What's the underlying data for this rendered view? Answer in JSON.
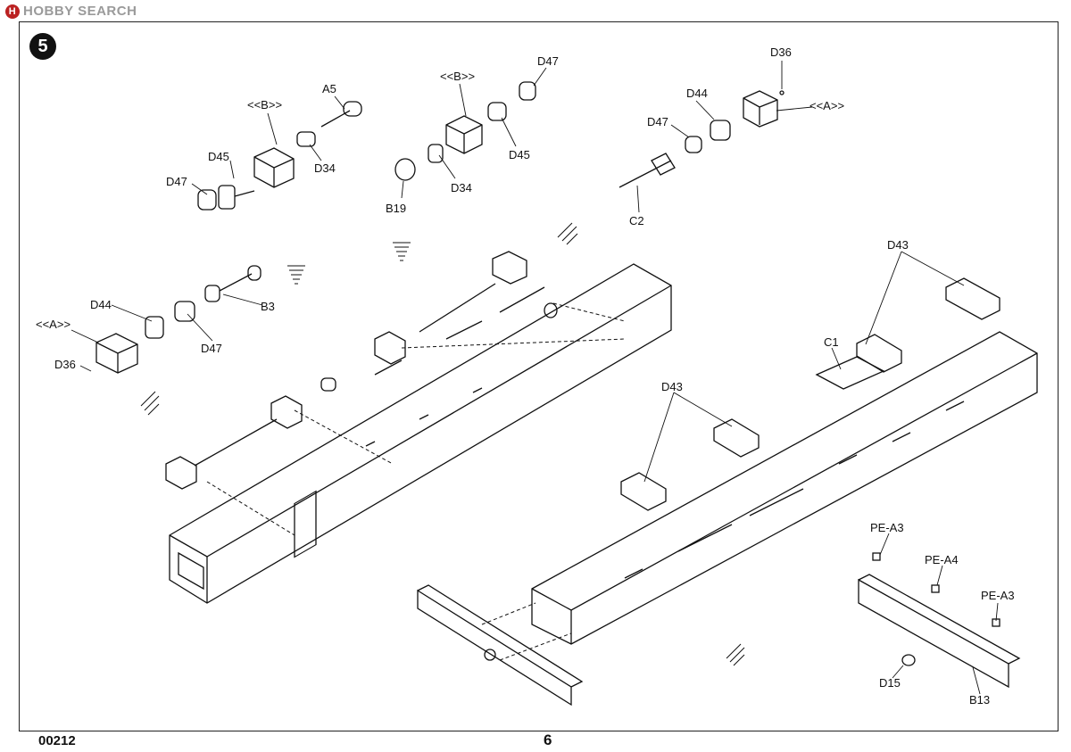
{
  "watermark": {
    "text": "HOBBY SEARCH",
    "logo": "H"
  },
  "step": {
    "number": "5"
  },
  "footer": {
    "product_code": "00212",
    "page_number": "6"
  },
  "callouts": {
    "a5": "A5",
    "b_top_left": "<<B>>",
    "d45_left": "D45",
    "d34_left": "D34",
    "d47_left": "D47",
    "b_top_mid": "<<B>>",
    "d47_mid": "D47",
    "d45_mid": "D45",
    "d34_mid": "D34",
    "b19": "B19",
    "d36_right": "D36",
    "d44_right": "D44",
    "a_right": "<<A>>",
    "d47_right": "D47",
    "c2": "C2",
    "d44_left": "D44",
    "a_left": "<<A>>",
    "d36_left": "D36",
    "d47_left2": "D47",
    "b3": "B3",
    "d43_top": "D43",
    "c1": "C1",
    "d43_mid": "D43",
    "pe_a3_a": "PE-A3",
    "pe_a4": "PE-A4",
    "pe_a3_b": "PE-A3",
    "d15": "D15",
    "b13": "B13"
  },
  "colors": {
    "ink": "#111111",
    "paper": "#ffffff",
    "watermark": "#9a9a9a",
    "logo": "#b22222"
  }
}
